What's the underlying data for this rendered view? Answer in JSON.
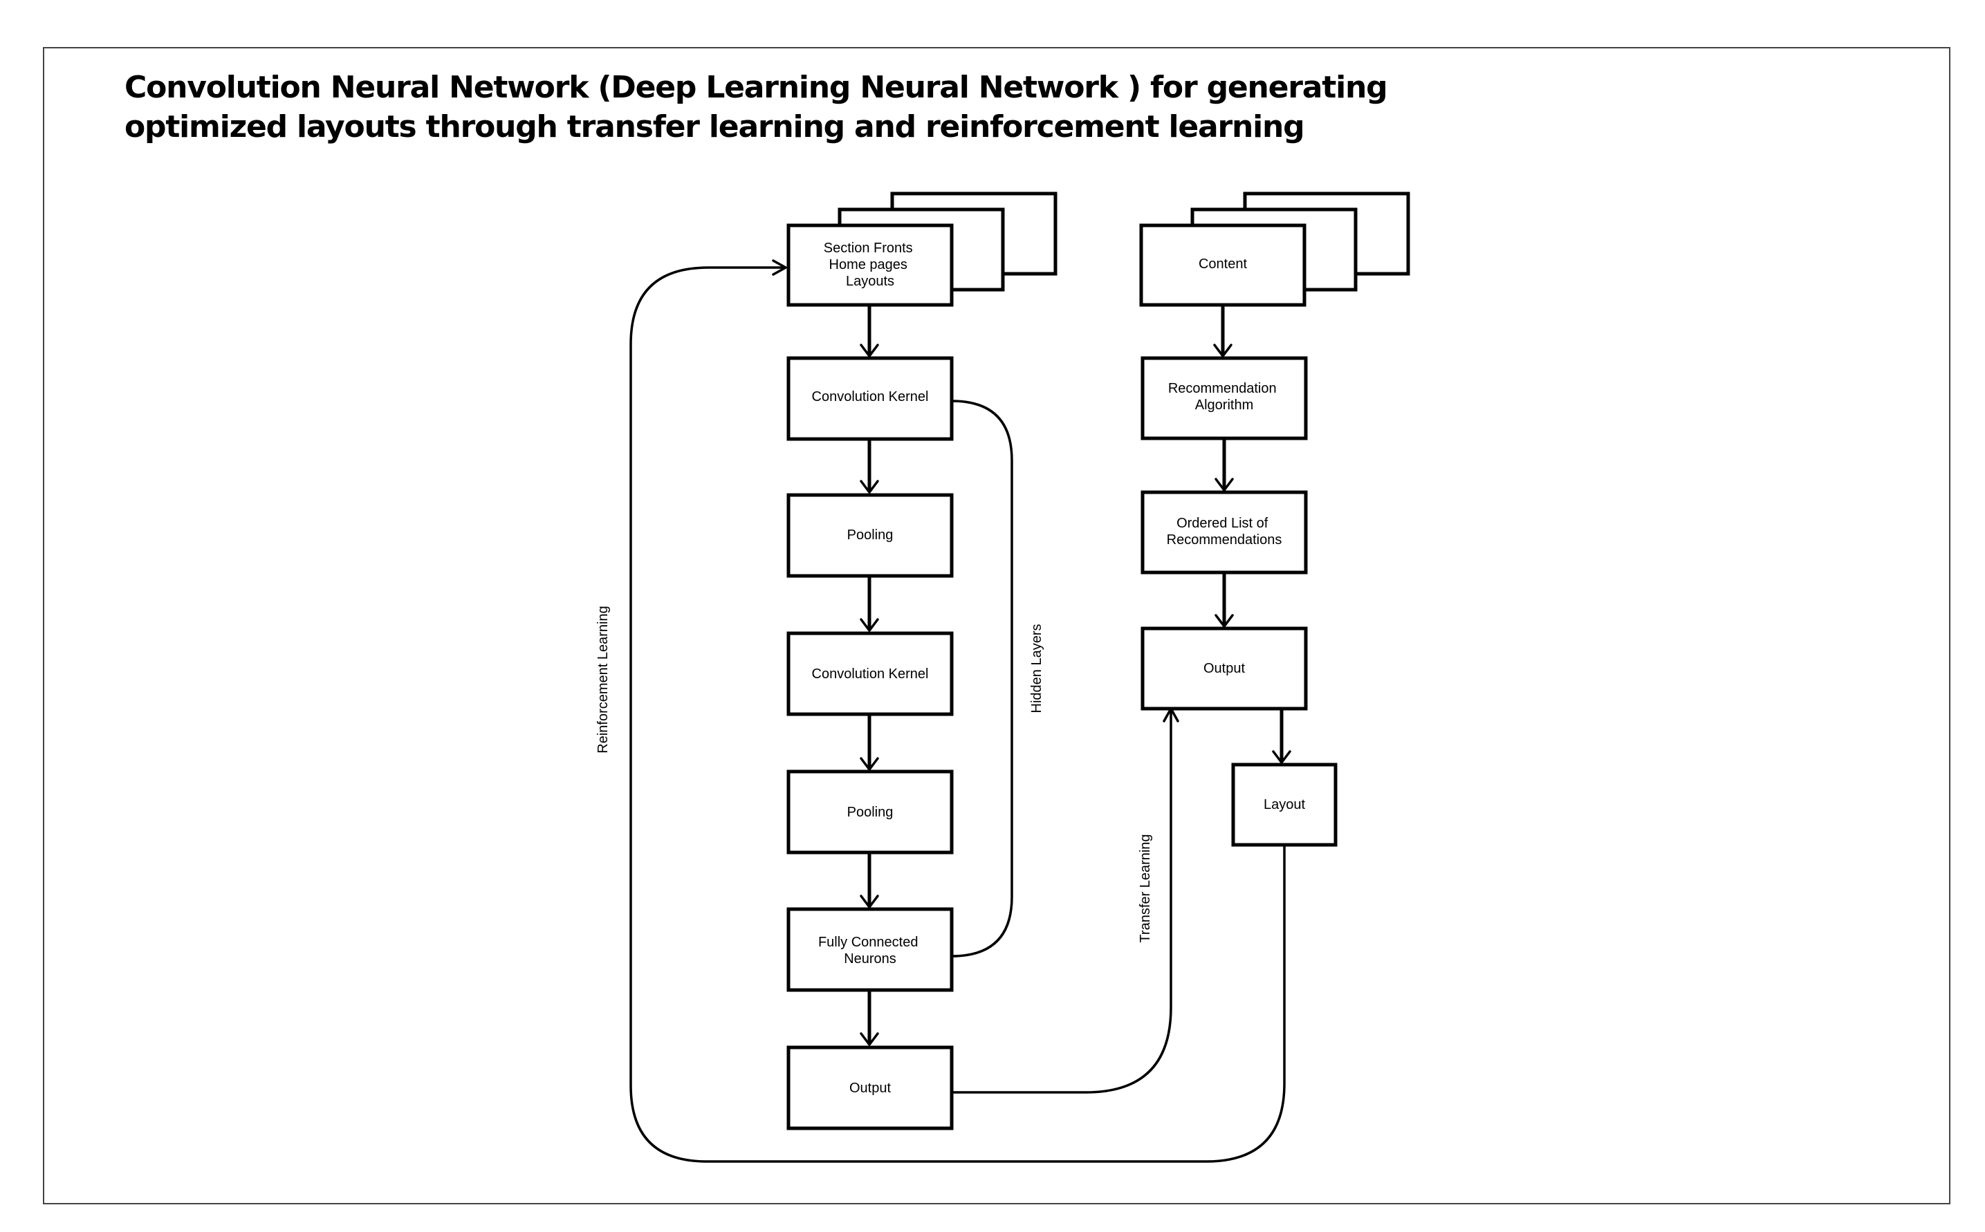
{
  "title": {
    "line1": "Convolution Neural Network (Deep Learning Neural Network ) for generating",
    "line2": "optimized layouts through transfer learning and reinforcement learning"
  },
  "nodes": {
    "section_fronts": [
      "Section Fronts",
      "Home pages",
      "Layouts"
    ],
    "conv_kernel_1": [
      "Convolution Kernel"
    ],
    "pooling_1": [
      "Pooling"
    ],
    "conv_kernel_2": [
      "Convolution Kernel"
    ],
    "pooling_2": [
      "Pooling"
    ],
    "fully_connected": [
      "Fully Connected",
      "Neurons"
    ],
    "output_left": [
      "Output"
    ],
    "content": [
      "Content"
    ],
    "recommendation_algorithm": [
      "Recommendation",
      "Algorithm"
    ],
    "ordered_list": [
      "Ordered List of",
      "Recommendations"
    ],
    "output_right": [
      "Output"
    ],
    "layout": [
      "Layout"
    ]
  },
  "edge_labels": {
    "reinforcement_learning": "Reinforcement Learning",
    "hidden_layers": "Hidden Layers",
    "transfer_learning": "Transfer Learning"
  }
}
